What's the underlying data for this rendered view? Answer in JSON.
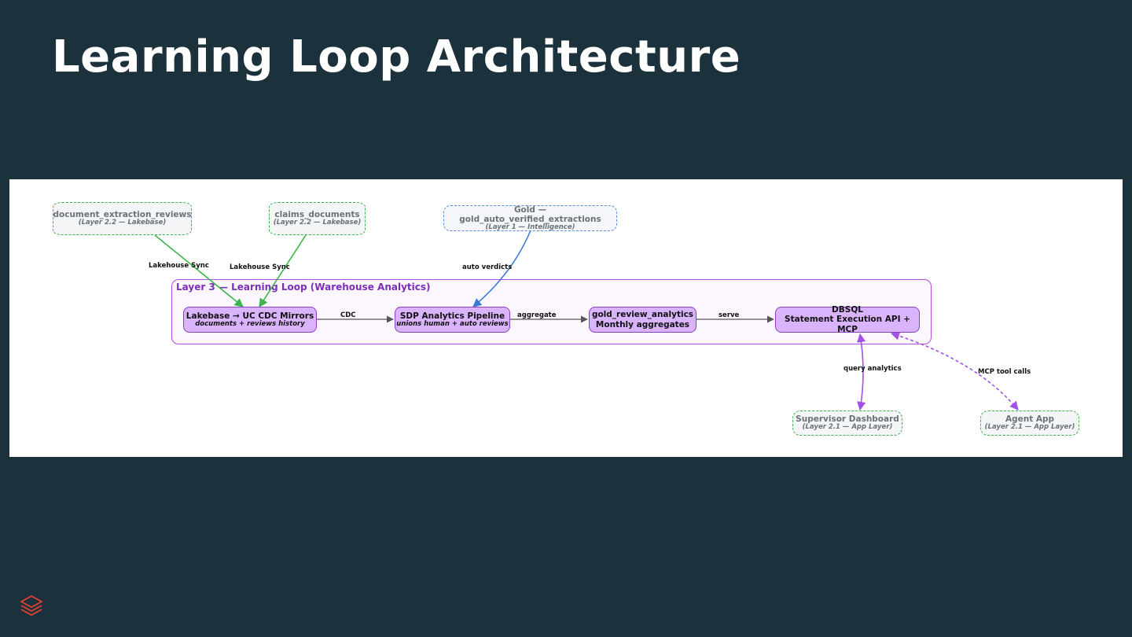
{
  "slide": {
    "title": "Learning Loop Architecture"
  },
  "diagram": {
    "sources": {
      "document_extraction_reviews": {
        "title": "document_extraction_reviews",
        "subtitle": "(Layer 2.2 — Lakebase)"
      },
      "claims_documents": {
        "title": "claims_documents",
        "subtitle": "(Layer 2.2 — Lakebase)"
      },
      "gold": {
        "title": "Gold — gold_auto_verified_extractions",
        "subtitle": "(Layer 1 — Intelligence)"
      }
    },
    "layer": {
      "label": "Layer 3 — Learning Loop (Warehouse Analytics)"
    },
    "nodes": {
      "lakebase": {
        "title": "Lakebase → UC CDC Mirrors",
        "subtitle": "documents + reviews history"
      },
      "sdp": {
        "title": "SDP Analytics Pipeline",
        "subtitle": "unions human + auto reviews"
      },
      "gold_review": {
        "title": "gold_review_analytics",
        "subtitle": "Monthly aggregates"
      },
      "dbsql": {
        "title": "DBSQL",
        "subtitle": "Statement Execution API + MCP"
      }
    },
    "consumers": {
      "supervisor": {
        "title": "Supervisor Dashboard",
        "subtitle": "(Layer 2.1 — App Layer)"
      },
      "agent": {
        "title": "Agent App",
        "subtitle": "(Layer 2.1 — App Layer)"
      }
    },
    "edges": {
      "sync1": "Lakehouse Sync",
      "sync2": "Lakehouse Sync",
      "auto_verdicts": "auto verdicts",
      "cdc": "CDC",
      "aggregate": "aggregate",
      "serve": "serve",
      "query_analytics": "query analytics",
      "mcp_tool_calls": "MCP tool calls"
    },
    "colors": {
      "green": "#3ab54a",
      "blue": "#3a78d6",
      "purple": "#a052e8",
      "gray": "#555555"
    }
  },
  "footer": {
    "logo_icon": "layered-stack-logo-icon"
  }
}
